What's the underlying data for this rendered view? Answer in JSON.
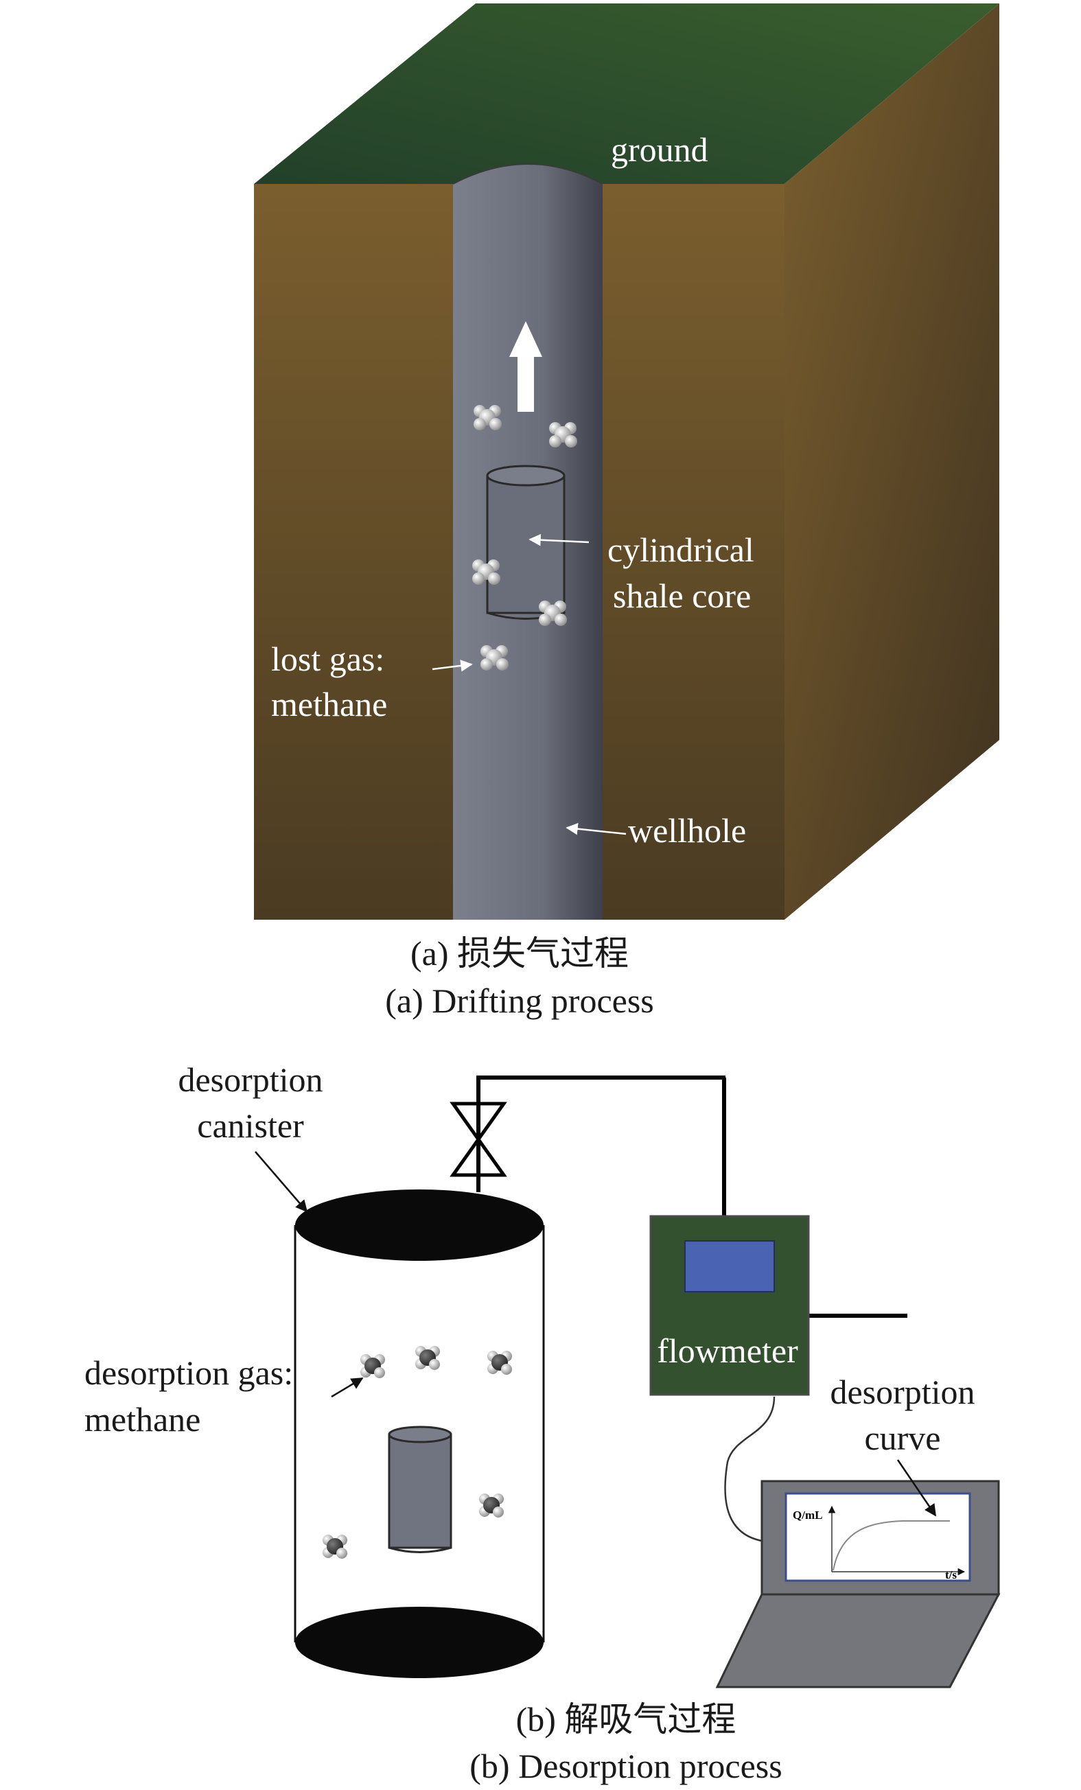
{
  "panel_a": {
    "labels": {
      "ground": "ground",
      "core_line1": "cylindrical",
      "core_line2": "shale core",
      "lost_gas_line1": "lost gas:",
      "lost_gas_line2": "methane",
      "wellhole": "wellhole"
    },
    "caption_cn": "(a) 损失气过程",
    "caption_en": "(a) Drifting process"
  },
  "panel_b": {
    "labels": {
      "canister_line1": "desorption",
      "canister_line2": "canister",
      "gas_line1": "desorption gas:",
      "gas_line2": "methane",
      "flowmeter": "flowmeter",
      "curve_line1": "desorption",
      "curve_line2": "curve"
    },
    "screen_axes": {
      "y_label": "Q/mL",
      "x_label": "t/s"
    },
    "caption_cn": "(b) 解吸气过程",
    "caption_en": "(b) Desorption process"
  },
  "colors": {
    "ground_top": "#2a4a2a",
    "soil_light": "#7a5e2e",
    "soil_dark": "#4a3b22",
    "wellhole": "#6a6e7a",
    "flowmeter_body": "#34512f",
    "flowmeter_display": "#4a63b2",
    "laptop": "#74767c"
  },
  "icons": [
    "up-arrow-icon",
    "methane-molecule-icon",
    "valve-icon"
  ]
}
